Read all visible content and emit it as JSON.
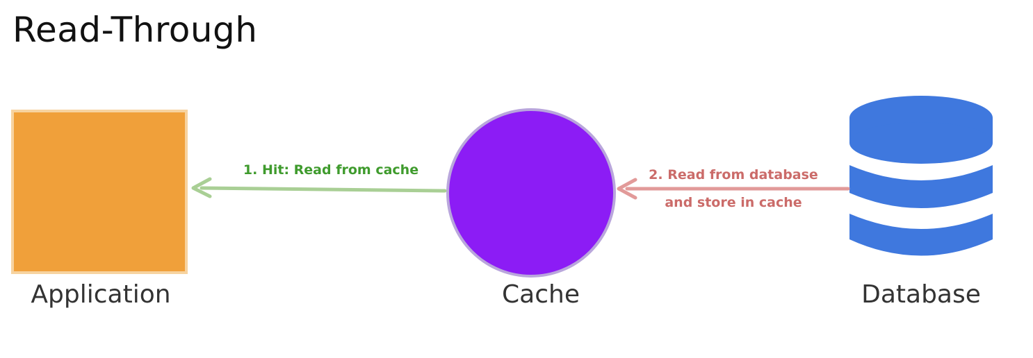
{
  "title": "Read-Through",
  "nodes": {
    "application": {
      "label": "Application",
      "color": "#F0A03A",
      "border_color": "#F7D3A0"
    },
    "cache": {
      "label": "Cache",
      "color": "#8C1CF5",
      "border_color": "#B9A6DC"
    },
    "database": {
      "label": "Database",
      "color": "#3F78DE"
    }
  },
  "edges": {
    "hit": {
      "label": "1. Hit: Read from cache",
      "color": "#A9CF95",
      "text_color": "#3F9B2D"
    },
    "read_db": {
      "label_line1": "2. Read from database",
      "label_line2": "and store in cache",
      "color": "#E29A99",
      "text_color": "#CB6B69"
    }
  }
}
